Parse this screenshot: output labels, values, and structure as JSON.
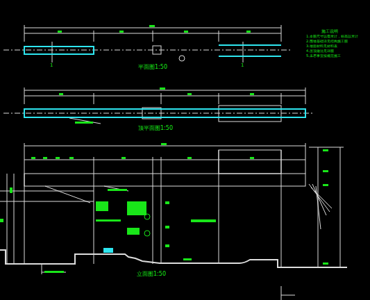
{
  "diagram": {
    "labels": [
      "平面图1:50",
      "顶平面图1:50",
      "立面图1:50",
      "1",
      "1",
      "施工说明",
      "1.本图尺寸以毫米计，标高以米计",
      "2.围墙基础详见结构施工图",
      "3.墙面材料见材料表",
      "4.压顶做法见详图",
      "5.未尽事宜按规范施工"
    ]
  }
}
